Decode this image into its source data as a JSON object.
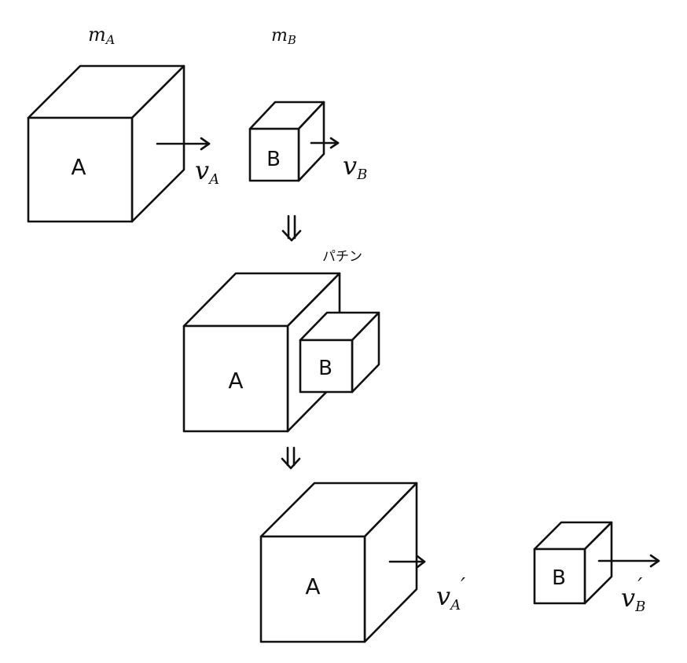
{
  "labels": {
    "mass_a_main": "m",
    "mass_a_sub": "A",
    "mass_b_main": "m",
    "mass_b_sub": "B",
    "block_a": "A",
    "block_b": "B",
    "vel_main": "v",
    "vel_a_sub": "A",
    "vel_b_sub": "B",
    "prime": "′",
    "sound": "パチン"
  }
}
